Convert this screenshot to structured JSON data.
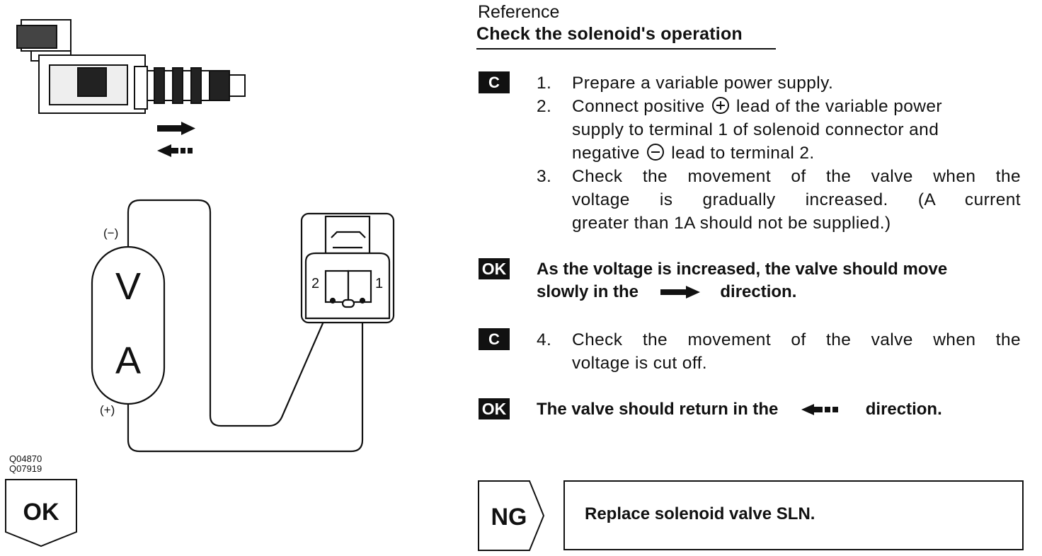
{
  "reference": {
    "label": "Reference",
    "title": "Check the solenoid's operation"
  },
  "tags": {
    "check": "C",
    "ok": "OK",
    "ng": "NG"
  },
  "steps": [
    {
      "num": "1.",
      "lines": [
        "Prepare a variable power supply."
      ]
    },
    {
      "num": "2.",
      "lines": [
        "Connect positive",
        "lead of the variable power",
        "supply to terminal 1 of solenoid connector and",
        "negative",
        "lead to terminal 2."
      ]
    },
    {
      "num": "3.",
      "lines": [
        "Check the movement of the valve when the",
        "voltage is gradually increased. (A current",
        "greater than 1A should not be supplied.)"
      ]
    },
    {
      "num": "4.",
      "lines": [
        "Check the movement of the valve when the",
        "voltage is cut off."
      ]
    }
  ],
  "ok_results": [
    {
      "line1": "As the voltage is increased, the valve should move",
      "line2a": "slowly in the",
      "line2b": "direction."
    },
    {
      "line1a": "The valve should return in the",
      "line1b": "direction."
    }
  ],
  "ng_action": "Replace solenoid valve SLN.",
  "diagram": {
    "meter_v": "V",
    "meter_a": "A",
    "neg_label": "(−)",
    "pos_label": "(+)",
    "terminal_2": "2",
    "terminal_1": "1",
    "codes": [
      "Q04870",
      "Q07919"
    ],
    "bottom_tag": "OK"
  }
}
